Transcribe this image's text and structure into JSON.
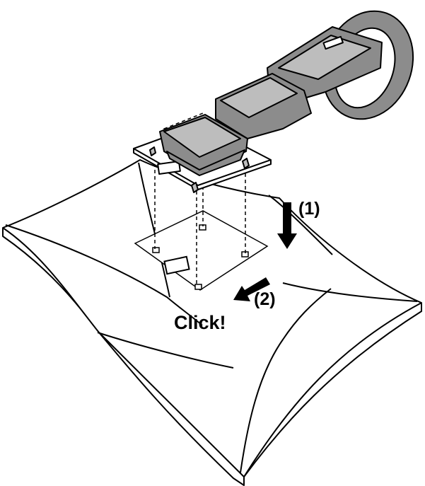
{
  "labels": {
    "step1": "(1)",
    "step2": "(2)",
    "click": "Click!"
  },
  "colors": {
    "outline": "#000000",
    "stand_fill": "#8c8c8c",
    "stand_light": "#bdbdbd",
    "base_fill": "#ffffff"
  }
}
